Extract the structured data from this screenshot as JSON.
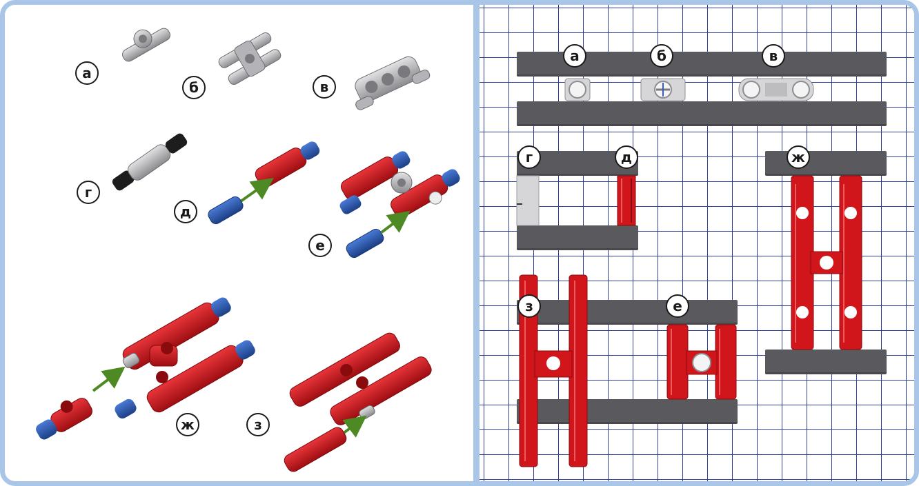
{
  "left_labels": {
    "a": "а",
    "b": "б",
    "v": "в",
    "g": "г",
    "d": "д",
    "e": "е",
    "zh": "ж",
    "z": "з"
  },
  "right_labels": {
    "a": "а",
    "b": "б",
    "v": "в",
    "g": "г",
    "d": "д",
    "zh": "ж",
    "z": "з",
    "e": "е"
  },
  "colors": {
    "frame": "#a9c6e8",
    "grid_line": "#2f3d9a",
    "beam": "#5a5a5e",
    "red_part": "#d0161b",
    "blue_part": "#2a5bb5",
    "light_gray_part": "#c8c8ca",
    "black_part": "#1d1d1d",
    "arrow": "#4d8a23"
  },
  "icons": {
    "arrow": "green-assembly-arrow-icon",
    "connector": "technic-connector-icon",
    "pin": "technic-pin-icon"
  }
}
